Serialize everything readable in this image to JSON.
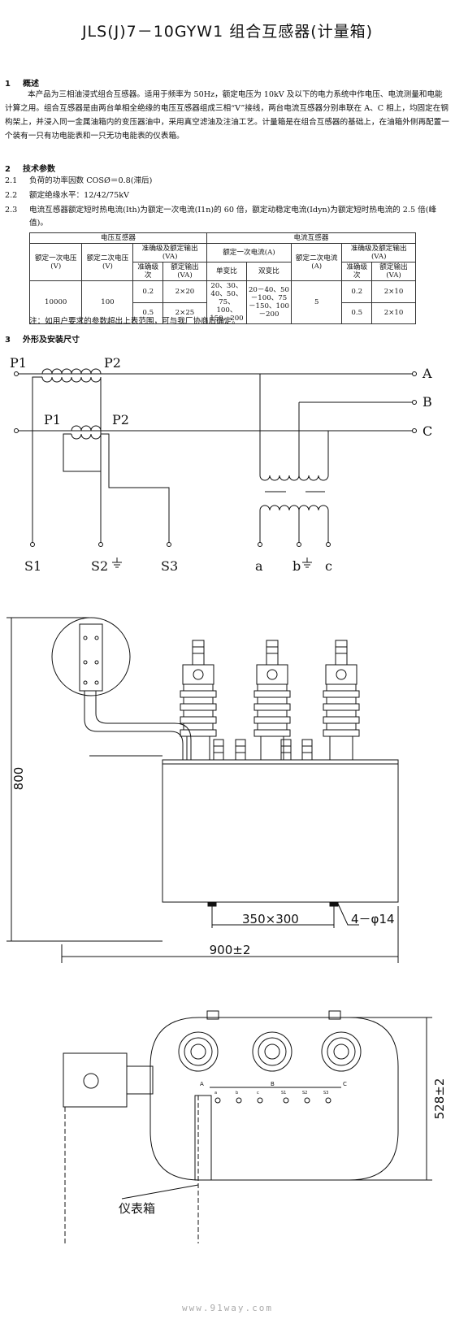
{
  "title": "JLS(J)7－10GYW1 组合互感器(计量箱)",
  "sections": {
    "s1": {
      "num": "1",
      "title": "概述",
      "text": "本产品为三相油浸式组合互感器。适用于频率为 50Hz，额定电压为 10kV 及以下的电力系统中作电压、电流测量和电能计算之用。组合互感器是由两台单相全绝缘的电压互感器组成三相“V”接线，两台电流互感器分别串联在 A、C 相上，均固定在钢构架上，并浸入同一金属油箱内的变压器油中，采用真空滤油及注油工艺。计量箱是在组合互感器的基础上，在油箱外侧再配置一个装有一只有功电能表和一只无功电能表的仪表箱。"
    },
    "s2": {
      "num": "2",
      "title": "技术参数"
    },
    "s3": {
      "num": "3",
      "title": "外形及安装尺寸"
    }
  },
  "params": [
    {
      "num": "2.1",
      "text": "负荷的功率因数 COSØ＝0.8(滞后)"
    },
    {
      "num": "2.2",
      "text": "额定绝缘水平：12/42/75kV"
    },
    {
      "num": "2.3",
      "text": "电流互感器额定短时热电流(Ith)为额定一次电流(I1n)的 60 倍，额定动稳定电流(Idyn)为额定短时热电流的 2.5 倍(峰值)。"
    }
  ],
  "table": {
    "group_vt": "电压互感器",
    "group_ct": "电流互感器",
    "h_primary_v": "额定一次电压(V)",
    "h_secondary_v": "额定二次电压(V)",
    "h_acc_out": "准确级及额定输出(VA)",
    "h_acc": "准确级次",
    "h_out": "额定输出(VA)",
    "h_primary_i": "额定一次电流(A)",
    "h_ratio_single": "单变比",
    "h_ratio_dual": "双变比",
    "h_secondary_i": "额定二次电流(A)",
    "vt_primary": "10000",
    "vt_secondary": "100",
    "vt_rows": [
      {
        "acc": "0.2",
        "out": "2×20"
      },
      {
        "acc": "0.5",
        "out": "2×25"
      }
    ],
    "single": "20、30、40、50、75、100、150、200",
    "dual": "20－40、50－100、75－150、100－200",
    "ct_secondary": "5",
    "ct_rows": [
      {
        "acc": "0.2",
        "out": "2×10"
      },
      {
        "acc": "0.5",
        "out": "2×10"
      }
    ]
  },
  "note": "注：如用户要求的参数超出上表范围，可与我厂协商后确定。",
  "wiring": {
    "p1": "P1",
    "p2": "P2",
    "phase_a": "A",
    "phase_b": "B",
    "phase_c": "C",
    "s1": "S1",
    "s2": "S2",
    "s3": "S3",
    "ta": "a",
    "tb": "b",
    "tc": "c"
  },
  "dims": {
    "height": "800",
    "mount": "350×300",
    "holes": "4－φ14",
    "width": "900±2",
    "depth": "528±2",
    "meter_box": "仪表箱",
    "top_a": "A",
    "top_b": "B",
    "top_c": "C",
    "sec_labels": [
      "a",
      "b",
      "c",
      "S1",
      "S2",
      "S3"
    ]
  },
  "watermark": "www.91way.com"
}
